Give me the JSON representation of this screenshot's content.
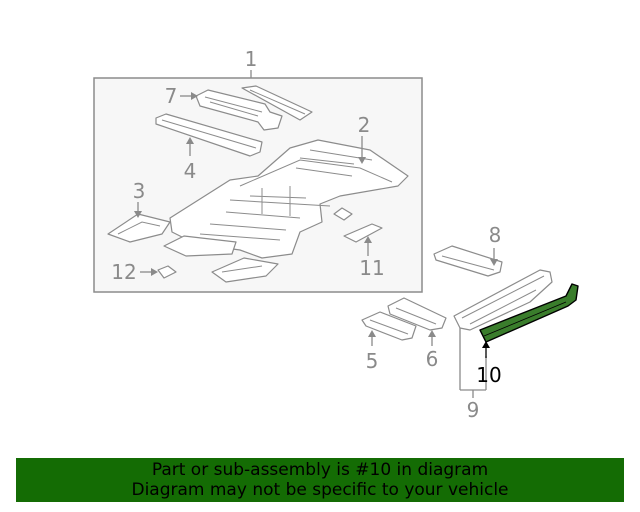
{
  "diagram": {
    "callouts": {
      "c1": "1",
      "c2": "2",
      "c3": "3",
      "c4": "4",
      "c5": "5",
      "c6": "6",
      "c7": "7",
      "c8": "8",
      "c9": "9",
      "c10": "10",
      "c11": "11",
      "c12": "12"
    },
    "highlight_color": "#3a7d2c",
    "highlighted_part": "10"
  },
  "banner": {
    "line1": "Part or sub-assembly is #10 in diagram",
    "line2": "Diagram may not be specific to your vehicle",
    "background": "#146c04"
  }
}
